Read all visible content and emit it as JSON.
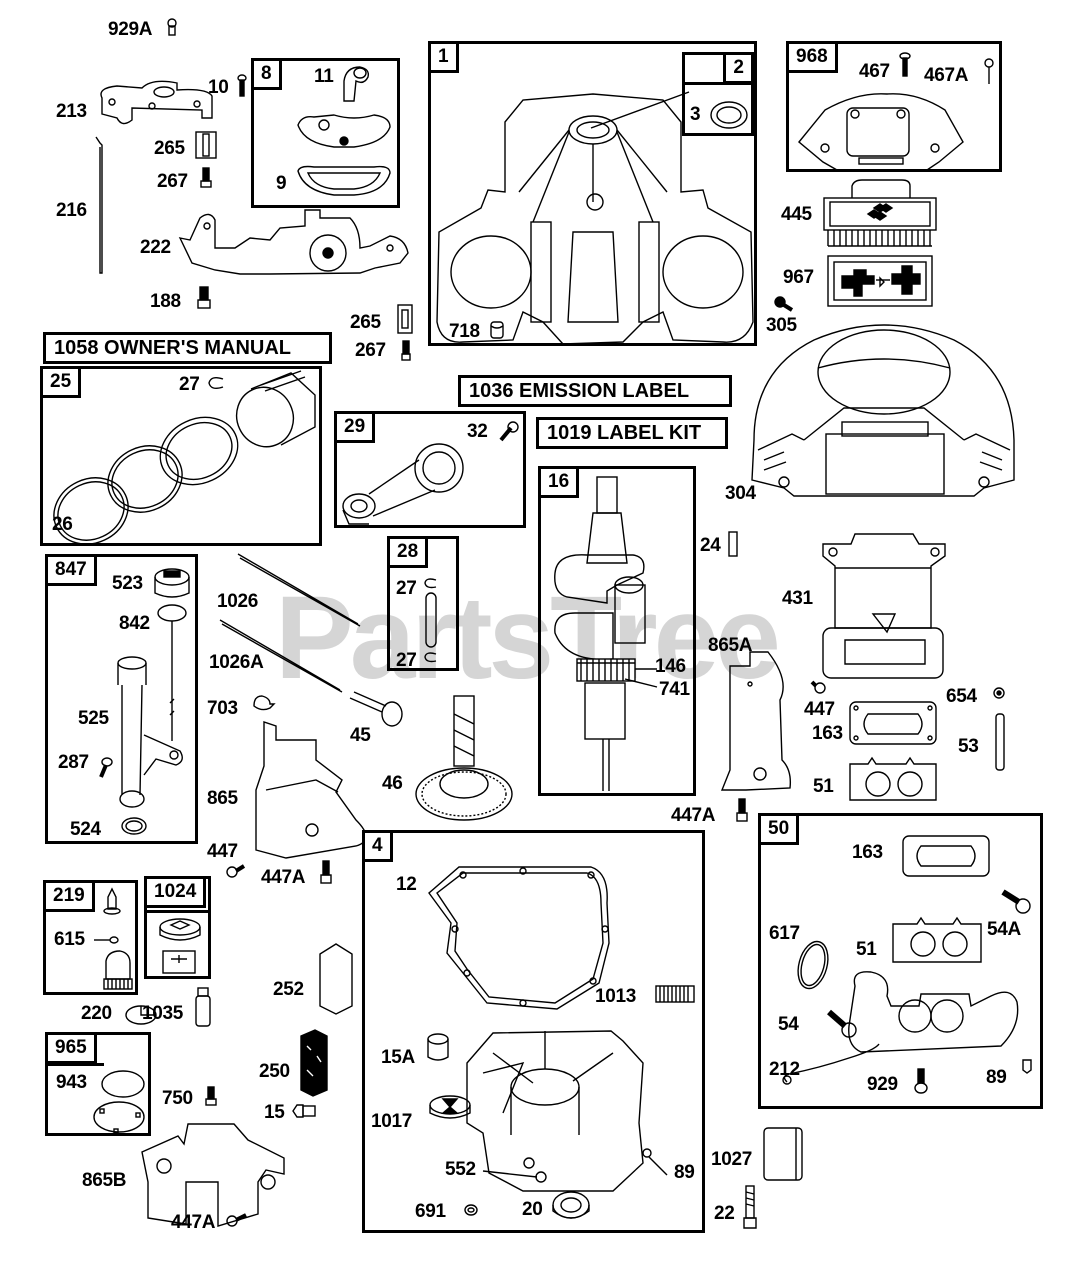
{
  "diagram": {
    "watermark": "PartsTree",
    "banners": {
      "owners_manual": "1058 OWNER'S MANUAL",
      "emission_label": "1036 EMISSION LABEL",
      "label_kit": "1019 LABEL KIT"
    },
    "groups": {
      "g1": {
        "tag": "1",
        "items": [
          "718"
        ]
      },
      "g2": {
        "tag": "2",
        "items": [
          "3"
        ]
      },
      "g8": {
        "tag": "8",
        "items": [
          "11",
          "9"
        ]
      },
      "g968": {
        "tag": "968",
        "items": [
          "467",
          "467A"
        ]
      },
      "g25": {
        "tag": "25",
        "items": [
          "27",
          "26"
        ]
      },
      "g29": {
        "tag": "29",
        "items": [
          "32"
        ]
      },
      "g16": {
        "tag": "16",
        "items": [
          "146",
          "741"
        ]
      },
      "g28": {
        "tag": "28",
        "items": [
          "27",
          "27"
        ]
      },
      "g847": {
        "tag": "847",
        "items": [
          "523",
          "842",
          "525",
          "287",
          "524"
        ]
      },
      "g4": {
        "tag": "4",
        "items": [
          "12",
          "1013",
          "15A",
          "1017",
          "552",
          "89",
          "691",
          "20"
        ]
      },
      "g50": {
        "tag": "50",
        "items": [
          "163",
          "617",
          "51",
          "54A",
          "54",
          "212",
          "929",
          "89"
        ]
      },
      "g219": {
        "tag": "219",
        "items": [
          "615"
        ]
      },
      "g1024": {
        "tag": "1024",
        "items": []
      },
      "g965": {
        "tag": "965",
        "items": [
          "943"
        ]
      }
    },
    "loose": {
      "p929A": "929A",
      "p10": "10",
      "p213": "213",
      "p265a": "265",
      "p267a": "267",
      "p216": "216",
      "p222": "222",
      "p188": "188",
      "p265b": "265",
      "p267b": "267",
      "p445": "445",
      "p967": "967",
      "p305": "305",
      "p304": "304",
      "p1026": "1026",
      "p1026A": "1026A",
      "p703": "703",
      "p45": "45",
      "p46": "46",
      "p865": "865",
      "p447a": "447",
      "p447Aa": "447A",
      "p24": "24",
      "p431": "431",
      "p865A": "865A",
      "p447b": "447",
      "p163": "163",
      "p654": "654",
      "p53": "53",
      "p51": "51",
      "p447Ab": "447A",
      "p220": "220",
      "p1035": "1035",
      "p252": "252",
      "p250": "250",
      "p750": "750",
      "p15": "15",
      "p865B": "865B",
      "p447Ac": "447A",
      "p1027": "1027",
      "p22": "22"
    }
  }
}
